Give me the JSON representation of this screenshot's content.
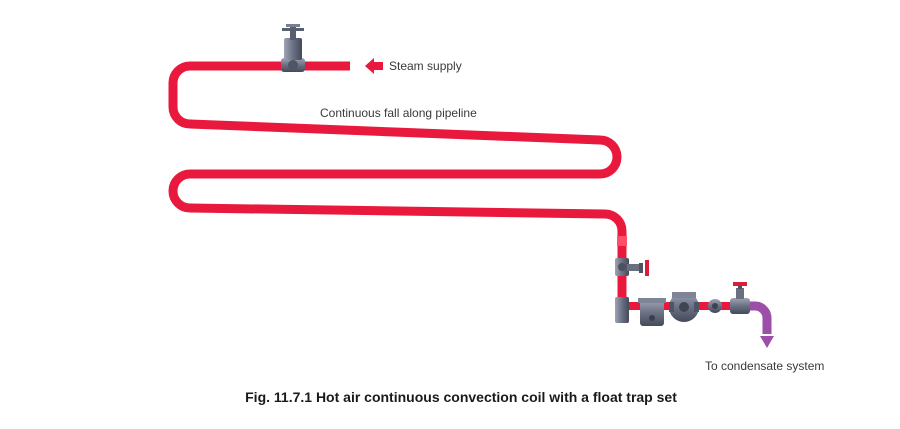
{
  "labels": {
    "steam_supply": "Steam supply",
    "continuous_fall": "Continuous fall along pipeline",
    "condensate": "To condensate system"
  },
  "caption": "Fig. 11.7.1 Hot air continuous convection coil with a float trap set",
  "colors": {
    "steam_pipe": "#e8193c",
    "condensate_pipe": "#9b4fa8",
    "arrow": "#e8193c",
    "fittings": "#6a6f80",
    "valve_handle": "#d81e3a"
  },
  "icons": {
    "supply_arrow": "arrow-left-icon",
    "condensate_arrow": "arrow-down-icon"
  }
}
